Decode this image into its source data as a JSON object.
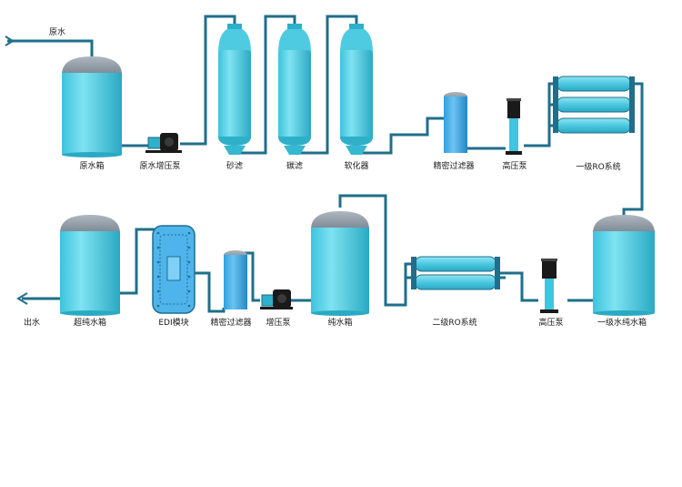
{
  "colors": {
    "tank": "#5fd2e6",
    "tank_dark": "#2fb0c9",
    "dome": "#8f9aa5",
    "pipe": "#1f6f8a",
    "pump": "#1a1a1a",
    "edi": "#3fa9e6"
  },
  "flow": {
    "inlet_label": "原水",
    "outlet_label": "出水"
  },
  "row1": {
    "raw_tank": "原水箱",
    "raw_pump": "原水增压泵",
    "sand_filter": "砂滤",
    "carbon_filter": "碳滤",
    "softener": "软化器",
    "precision_filter": "精密过滤器",
    "hp_pump": "高压泵",
    "ro1": "一级RO系统"
  },
  "row2": {
    "ro1_tank": "一级水纯水箱",
    "hp_pump": "高压泵",
    "ro2": "二级RO系统",
    "pure_tank": "纯水箱",
    "boost_pump": "增压泵",
    "precision_filter": "精密过滤器",
    "edi": "EDI模块",
    "ultra_tank": "超纯水箱"
  }
}
